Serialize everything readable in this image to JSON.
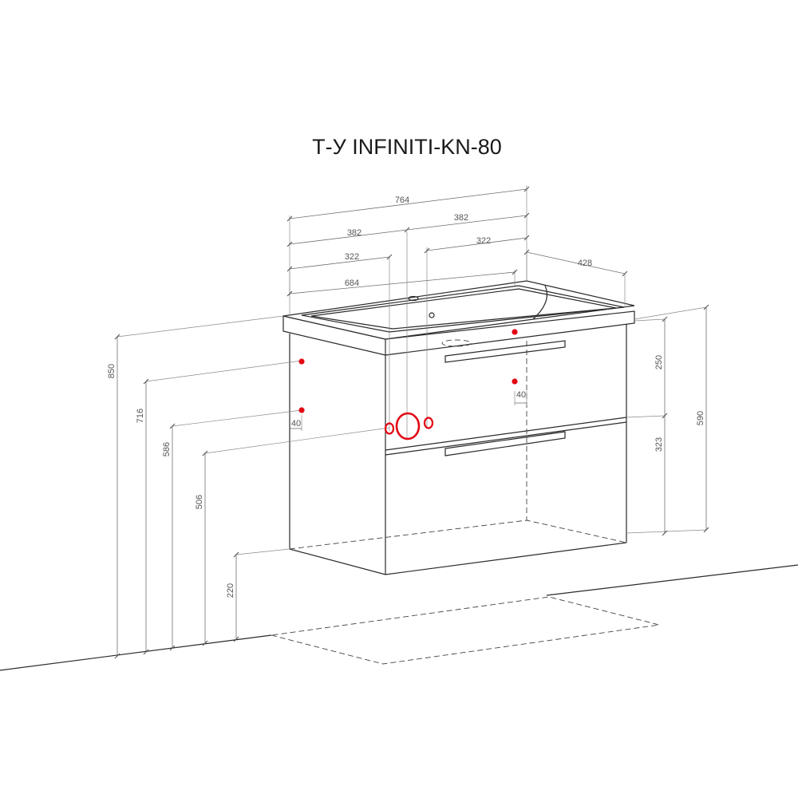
{
  "title": "Т-У INFINITI-KN-80",
  "accent_color": "#e30613",
  "dimensions": {
    "total_width": "764",
    "left_half": "382",
    "right_half": "382",
    "left_offset": "322",
    "right_offset": "322",
    "basin_width": "684",
    "depth": "428",
    "total_height": "850",
    "height_716": "716",
    "height_586": "586",
    "height_506": "506",
    "floor_gap": "220",
    "top_drawer": "250",
    "bottom_drawer": "323",
    "body_height": "590",
    "side_offset": "40",
    "rear_offset": "40"
  }
}
